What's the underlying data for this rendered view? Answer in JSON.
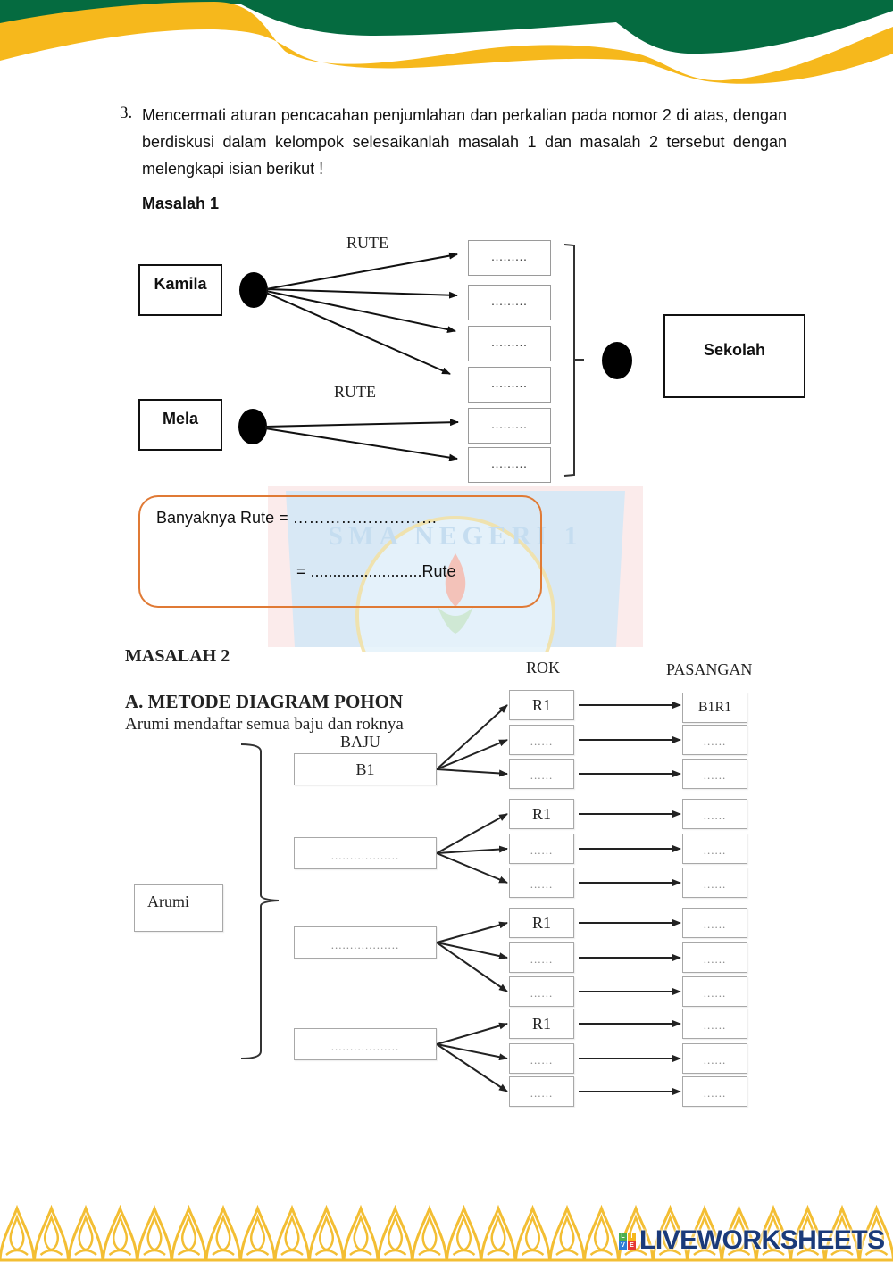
{
  "header": {
    "colors": {
      "yellow": "#F6B81C",
      "green": "#056B40",
      "red": "#C4282F"
    }
  },
  "watermark": {
    "text": "SMA NEGERI 1",
    "colors": {
      "blue": "#BFE0F7",
      "red": "#F0C3C3"
    }
  },
  "question": {
    "number": "3.",
    "text": "Mencermati aturan pencacahan penjumlahan dan perkalian pada nomor 2 di atas, dengan berdiskusi dalam kelompok selesaikanlah masalah 1 dan masalah 2 tersebut dengan melengkapi isian berikut !"
  },
  "masalah1": {
    "title": "Masalah 1",
    "people": [
      "Kamila",
      "Mela"
    ],
    "destination": "Sekolah",
    "route_label_top": "RUTE",
    "route_label_bottom": "RUTE",
    "route_boxes": [
      ".........",
      ".........",
      ".........",
      ".........",
      ".........",
      "........."
    ],
    "answer": {
      "line1": "Banyaknya Rute = ………………………",
      "line2": "= .........................Rute",
      "border_color": "#E07A35"
    }
  },
  "masalah2": {
    "title": "MASALAH 2",
    "method": "A.  METODE DIAGRAM POHON",
    "description": "Arumi mendaftar semua baju dan roknya",
    "root": "Arumi",
    "headers": {
      "baju": "BAJU",
      "rok": "ROK",
      "pasangan": "PASANGAN"
    },
    "baju": [
      "B1",
      "..................",
      "..................",
      ".................."
    ],
    "rok": [
      [
        "R1",
        "......",
        "......"
      ],
      [
        "R1",
        "......",
        "......"
      ],
      [
        "R1",
        "......",
        "......"
      ],
      [
        "R1",
        "......",
        "......"
      ]
    ],
    "pasangan": [
      [
        "B1R1",
        "......",
        "......"
      ],
      [
        "......",
        "......",
        "......"
      ],
      [
        "......",
        "......",
        "......"
      ],
      [
        "......",
        "......",
        "......"
      ]
    ]
  },
  "footer": {
    "brand": "LIVEWORKSHEETS",
    "logo_letters": [
      "L",
      "I",
      "V",
      "E"
    ],
    "logo_colors": [
      "#4CAF50",
      "#F6B81C",
      "#2E7DD7",
      "#E53935"
    ],
    "border_color": "#F3BE33"
  }
}
